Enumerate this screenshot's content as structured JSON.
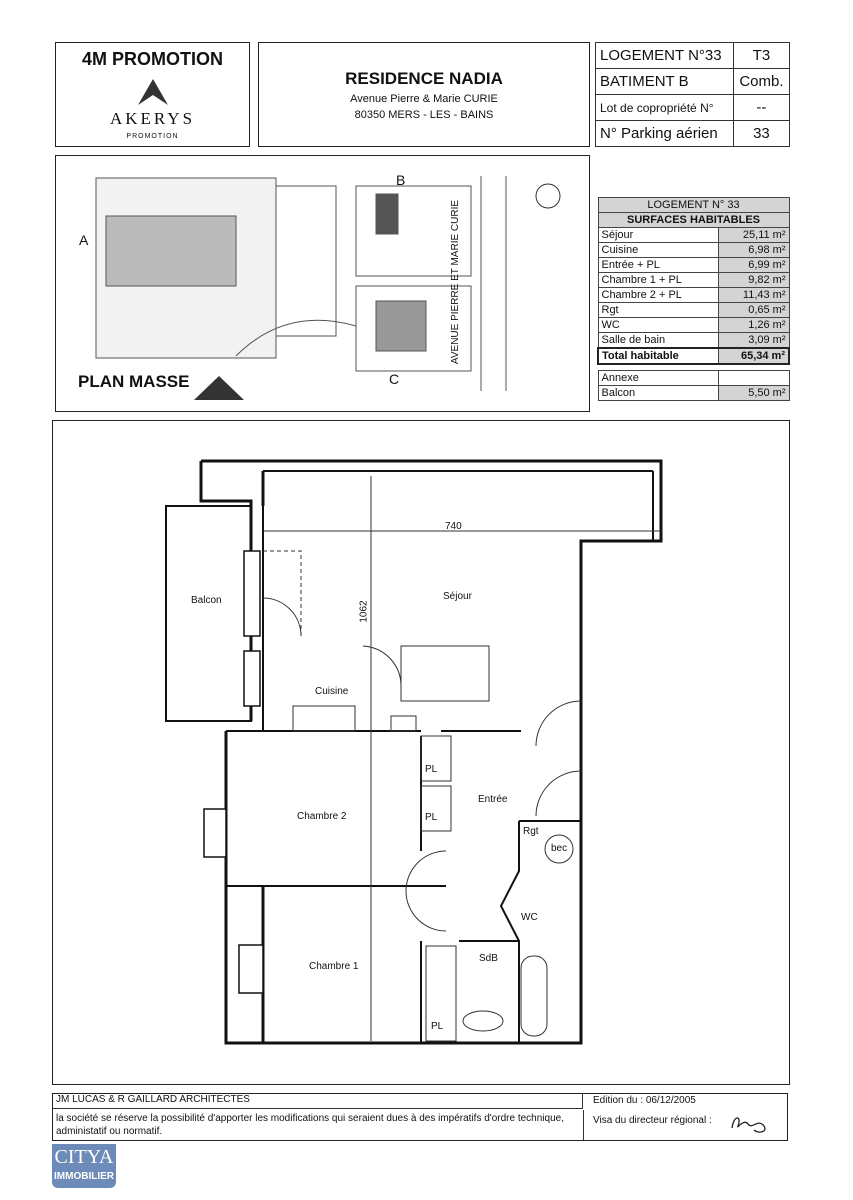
{
  "header": {
    "company": "4M PROMOTION",
    "logo_text": "AKERYS",
    "logo_sub": "PROMOTION",
    "residence": "RESIDENCE NADIA",
    "address1": "Avenue Pierre & Marie CURIE",
    "address2": "80350 MERS - LES - BAINS"
  },
  "info": [
    {
      "label": "LOGEMENT N°33",
      "value": "T3"
    },
    {
      "label": "BATIMENT B",
      "value": "Comb."
    },
    {
      "label": "Lot de copropriété N°",
      "value": "--"
    },
    {
      "label": "N° Parking aérien",
      "value": "33"
    }
  ],
  "plan_masse": {
    "title": "PLAN MASSE",
    "street": "AVENUE PIERRE ET MARIE CURIE",
    "labels": [
      "A",
      "B",
      "C"
    ]
  },
  "surfaces": {
    "title": "LOGEMENT N° 33",
    "subtitle": "SURFACES HABITABLES",
    "rows": [
      {
        "label": "Séjour",
        "value": "25,11 m²"
      },
      {
        "label": "Cuisine",
        "value": "6,98 m²"
      },
      {
        "label": "Entrée + PL",
        "value": "6,99 m²"
      },
      {
        "label": "Chambre 1 + PL",
        "value": "9,82 m²"
      },
      {
        "label": "Chambre 2 + PL",
        "value": "11,43 m²"
      },
      {
        "label": "Rgt",
        "value": "0,65 m²"
      },
      {
        "label": "WC",
        "value": "1,26 m²"
      },
      {
        "label": "Salle de bain",
        "value": "3,09 m²"
      }
    ],
    "total": {
      "label": "Total habitable",
      "value": "65,34 m²"
    },
    "annexes": [
      {
        "label": "Annexe",
        "value": ""
      },
      {
        "label": "Balcon",
        "value": "5,50 m²"
      }
    ]
  },
  "floorplan": {
    "dim_width": "740",
    "dim_height": "1062",
    "rooms": {
      "balcon": "Balcon",
      "sejour": "Séjour",
      "cuisine": "Cuisine",
      "chambre2": "Chambre 2",
      "entree": "Entrée",
      "pl1": "PL",
      "pl2": "PL",
      "rgt": "Rgt",
      "bec": "bec",
      "wc": "WC",
      "chambre1": "Chambre 1",
      "sdb": "SdB",
      "pl3": "PL"
    }
  },
  "footer": {
    "architects": "JM LUCAS & R GAILLARD ARCHITECTES",
    "edition": "Edition du : 06/12/2005",
    "notice": "la société se réserve la possibilité d'apporter les modifications qui seraient dues à des impératifs d'ordre technique, administatif ou normatif.",
    "visa": "Visa du directeur régional :"
  },
  "watermark": {
    "brand": "CITYA",
    "sub": "IMMOBILIER"
  }
}
